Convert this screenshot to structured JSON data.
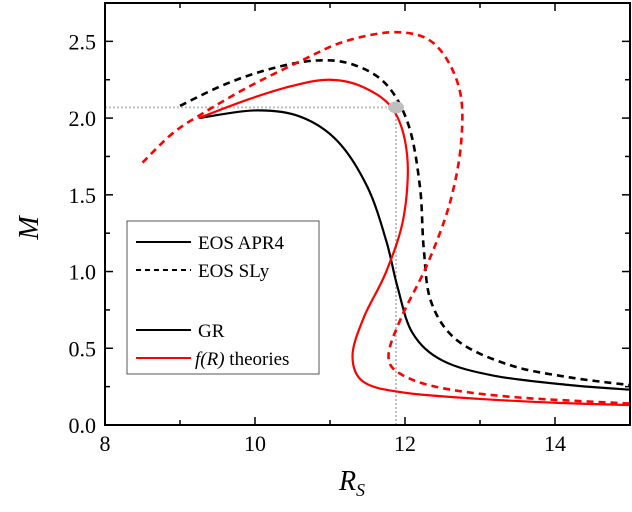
{
  "chart_data": {
    "type": "line",
    "title": "",
    "xlabel": "R_S",
    "ylabel": "M",
    "xlim": [
      8,
      15
    ],
    "ylim": [
      0,
      2.75
    ],
    "x_ticks": [
      "8",
      "10",
      "12",
      "14"
    ],
    "y_ticks": [
      "0.0",
      "0.5",
      "1.0",
      "1.5",
      "2.0",
      "2.5"
    ],
    "grid": false,
    "legend": {
      "position": "center-left",
      "entries": [
        {
          "label": "EOS APR4",
          "style": "solid",
          "color": "#000000"
        },
        {
          "label": "EOS SLy",
          "style": "dashed",
          "color": "#000000"
        },
        {
          "label": "GR",
          "style": "solid",
          "color": "#000000"
        },
        {
          "label_italic": "f(R)",
          "label_rest": " theories",
          "style": "solid",
          "color": "#ff0000"
        }
      ]
    },
    "series": [
      {
        "name": "GR, EOS APR4",
        "color": "#000000",
        "style": "solid",
        "points": [
          [
            9.25,
            2.0
          ],
          [
            10.0,
            2.05
          ],
          [
            10.6,
            2.01
          ],
          [
            11.1,
            1.85
          ],
          [
            11.5,
            1.55
          ],
          [
            11.75,
            1.2
          ],
          [
            11.9,
            0.9
          ],
          [
            12.1,
            0.6
          ],
          [
            12.5,
            0.42
          ],
          [
            13.2,
            0.32
          ],
          [
            14.2,
            0.26
          ],
          [
            15.0,
            0.23
          ]
        ]
      },
      {
        "name": "GR, EOS SLy",
        "color": "#000000",
        "style": "dashed",
        "points": [
          [
            9.0,
            2.08
          ],
          [
            9.6,
            2.22
          ],
          [
            10.2,
            2.32
          ],
          [
            10.8,
            2.375
          ],
          [
            11.3,
            2.35
          ],
          [
            11.75,
            2.22
          ],
          [
            12.05,
            1.95
          ],
          [
            12.2,
            1.55
          ],
          [
            12.25,
            1.15
          ],
          [
            12.35,
            0.8
          ],
          [
            12.7,
            0.55
          ],
          [
            13.4,
            0.39
          ],
          [
            14.2,
            0.31
          ],
          [
            15.0,
            0.26
          ]
        ]
      },
      {
        "name": "f(R), EOS APR4",
        "color": "#ff0000",
        "style": "solid",
        "points": [
          [
            9.25,
            2.0
          ],
          [
            9.9,
            2.12
          ],
          [
            10.5,
            2.21
          ],
          [
            11.0,
            2.25
          ],
          [
            11.45,
            2.2
          ],
          [
            11.85,
            2.05
          ],
          [
            12.03,
            1.75
          ],
          [
            11.98,
            1.35
          ],
          [
            11.75,
            1.0
          ],
          [
            11.45,
            0.7
          ],
          [
            11.3,
            0.45
          ],
          [
            11.45,
            0.28
          ],
          [
            12.0,
            0.21
          ],
          [
            13.0,
            0.17
          ],
          [
            14.0,
            0.145
          ],
          [
            15.0,
            0.13
          ]
        ]
      },
      {
        "name": "f(R), EOS SLy",
        "color": "#ff0000",
        "style": "dashed",
        "points": [
          [
            8.5,
            1.71
          ],
          [
            8.9,
            1.9
          ],
          [
            9.3,
            2.03
          ],
          [
            9.9,
            2.2
          ],
          [
            10.6,
            2.37
          ],
          [
            11.2,
            2.5
          ],
          [
            11.9,
            2.56
          ],
          [
            12.4,
            2.48
          ],
          [
            12.72,
            2.2
          ],
          [
            12.75,
            1.85
          ],
          [
            12.6,
            1.45
          ],
          [
            12.3,
            1.05
          ],
          [
            11.95,
            0.7
          ],
          [
            11.78,
            0.45
          ],
          [
            11.95,
            0.33
          ],
          [
            12.5,
            0.24
          ],
          [
            13.5,
            0.18
          ],
          [
            15.0,
            0.14
          ]
        ]
      }
    ],
    "annotations": {
      "marker": {
        "x": 11.88,
        "y": 2.07,
        "color": "#bfbfbf",
        "shape": "ellipse"
      },
      "hline": {
        "y": 2.07,
        "x_from": 8,
        "x_to": 11.88,
        "style": "dotted",
        "color": "#bfbfbf"
      },
      "vline": {
        "x": 11.88,
        "y_from": 0,
        "y_to": 2.07,
        "style": "dotted",
        "color": "#bfbfbf"
      }
    }
  }
}
